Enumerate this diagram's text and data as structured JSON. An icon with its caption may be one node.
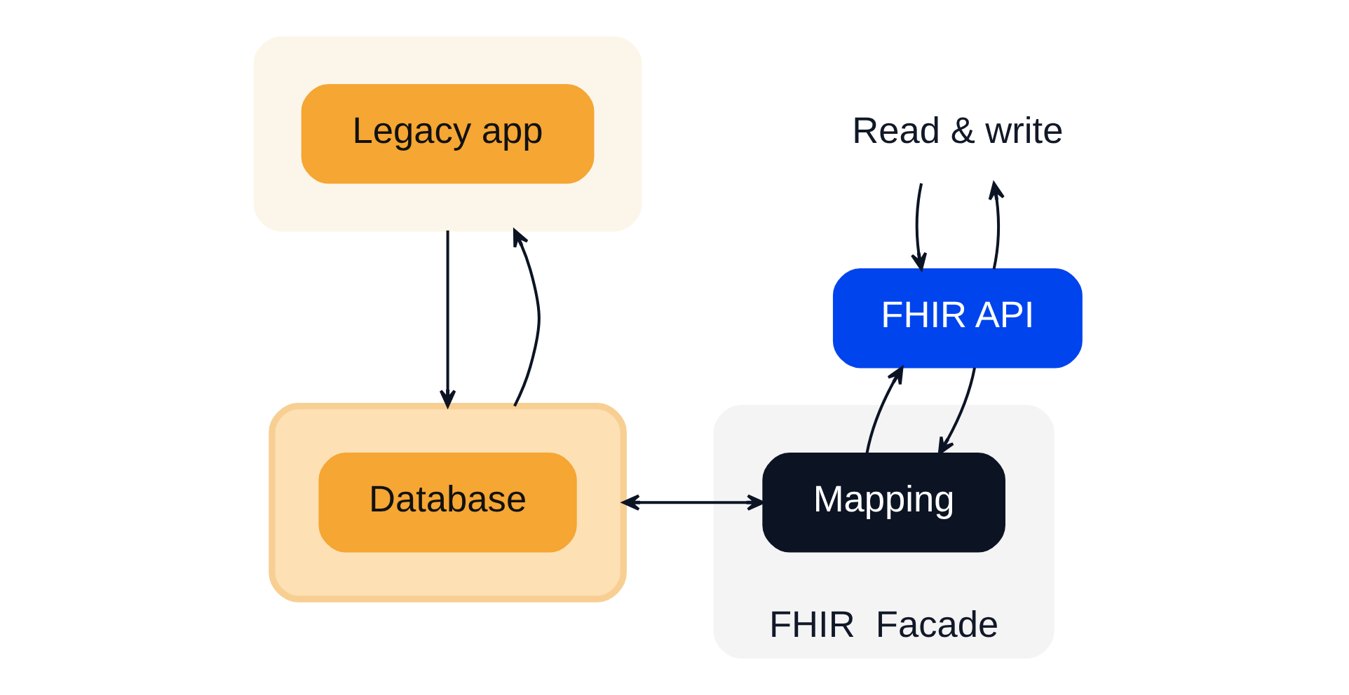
{
  "diagram": {
    "nodes": [
      {
        "text": [],
        "shape": "box"
      },
      {
        "text": [
          "Legacy app"
        ],
        "in": 0
      },
      {
        "text": [
          "Read & write"
        ]
      },
      {
        "text": [
          "FHIR API"
        ]
      },
      {
        "text": [
          "FHIR  Facade"
        ]
      },
      {
        "text": [
          "Mapping"
        ],
        "in": 4
      },
      {
        "text": [],
        "shape": "cylinder"
      },
      {
        "text": [
          "Database"
        ],
        "in": 6
      }
    ],
    "edges": [
      {
        "from": 0,
        "to": 6,
        "arrow": "to"
      },
      {
        "from": 6,
        "to": 0,
        "arrow": "to"
      },
      {
        "from": 6,
        "to": 5,
        "arrow": "both"
      },
      {
        "from": 2,
        "to": 3,
        "arrow": "to"
      },
      {
        "from": 3,
        "to": 2,
        "arrow": "to"
      },
      {
        "from": 3,
        "to": 5,
        "arrow": "to"
      },
      {
        "from": 5,
        "to": 3,
        "arrow": "to"
      }
    ]
  }
}
